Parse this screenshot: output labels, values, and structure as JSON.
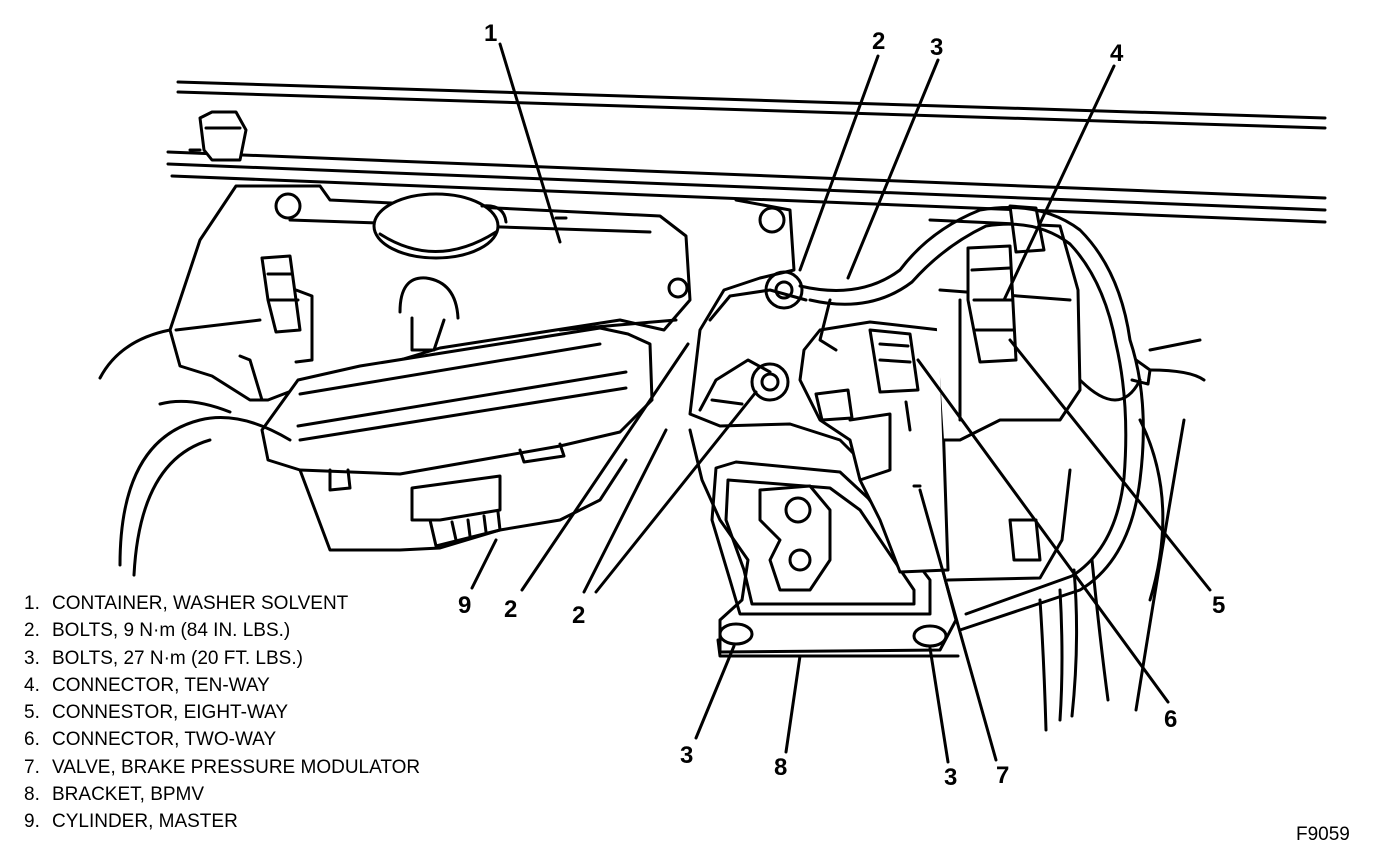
{
  "callouts": {
    "c1": "1",
    "c2_top": "2",
    "c3_top": "3",
    "c4": "4",
    "c5": "5",
    "c6": "6",
    "c7": "7",
    "c8": "8",
    "c9": "9",
    "c2_left": "2",
    "c2_right": "2",
    "c3_left": "3",
    "c3_right": "3"
  },
  "legend": [
    {
      "num": "1.",
      "text": "CONTAINER, WASHER SOLVENT"
    },
    {
      "num": "2.",
      "text": "BOLTS, 9 N·m (84 IN. LBS.)"
    },
    {
      "num": "3.",
      "text": "BOLTS, 27 N·m (20 FT. LBS.)"
    },
    {
      "num": "4.",
      "text": "CONNECTOR, TEN-WAY"
    },
    {
      "num": "5.",
      "text": "CONNESTOR, EIGHT-WAY"
    },
    {
      "num": "6.",
      "text": "CONNECTOR, TWO-WAY"
    },
    {
      "num": "7.",
      "text": "VALVE, BRAKE PRESSURE MODULATOR"
    },
    {
      "num": "8.",
      "text": "BRACKET, BPMV"
    },
    {
      "num": "9.",
      "text": "CYLINDER, MASTER"
    }
  ],
  "figure_id": "F9059"
}
